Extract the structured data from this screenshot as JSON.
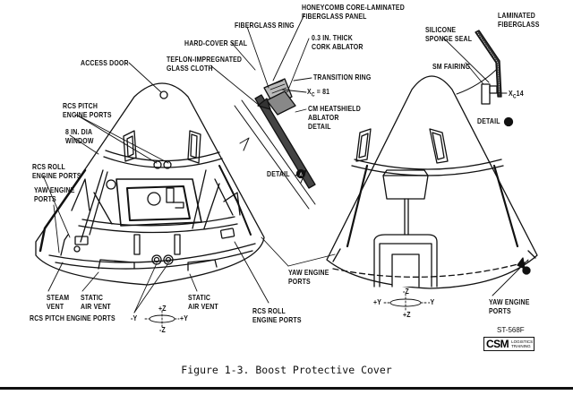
{
  "figure": {
    "caption": "Figure 1-3.  Boost Protective Cover",
    "doc_id": "ST-568F",
    "logo": {
      "main": "CSM",
      "sub_line1": "LOGISTICS",
      "sub_line2": "TRAINING"
    }
  },
  "detail_a": {
    "title": "DETAIL",
    "labels": {
      "fiberglass_ring": "FIBERGLASS RING",
      "honeycomb": "HONEYCOMB CORE-LAMINATED\nFIBERGLASS PANEL",
      "hard_cover_seal": "HARD-COVER SEAL",
      "cork_ablator": "0.3 IN. THICK\nCORK ABLATOR",
      "teflon_cloth": "TEFLON-IMPREGNATED\nGLASS CLOTH",
      "transition_ring": "TRANSITION RING",
      "xc81": "X",
      "xc81_sub": "C",
      "xc81_val": " = 81",
      "heatshield": "CM HEATSHIELD\nABLATOR\nDETAIL"
    }
  },
  "detail_b": {
    "title": "DETAIL",
    "labels": {
      "laminated": "LAMINATED\nFIBERGLASS",
      "silicone": "SILICONE\nSPONGE SEAL",
      "sm_fairing": "SM FAIRING",
      "xc14": "X",
      "xc14_sub": "C",
      "xc14_val": "14"
    }
  },
  "left_view": {
    "labels": {
      "access_door": "ACCESS DOOR",
      "rcs_pitch_upper": "RCS PITCH\nENGINE PORTS",
      "window": "8 IN. DIA\nWINDOW",
      "rcs_roll": "RCS ROLL\nENGINE PORTS",
      "yaw": "YAW ENGINE\nPORTS",
      "steam_vent": "STEAM\nVENT",
      "static_vent_left": "STATIC\nAIR VENT",
      "static_vent_right": "STATIC\nAIR VENT",
      "rcs_pitch_lower": "RCS PITCH ENGINE PORTS",
      "rcs_roll_lower": "RCS ROLL\nENGINE PORTS"
    },
    "axes": {
      "top": "+Z",
      "bottom": "-Z",
      "left": "-Y",
      "right": "+Y"
    }
  },
  "right_view": {
    "labels": {
      "yaw_left": "YAW ENGINE\nPORTS",
      "yaw_right": "YAW ENGINE\nPORTS"
    },
    "axes": {
      "top": "-Z",
      "bottom": "+Z",
      "left": "+Y",
      "right": "-Y"
    }
  }
}
